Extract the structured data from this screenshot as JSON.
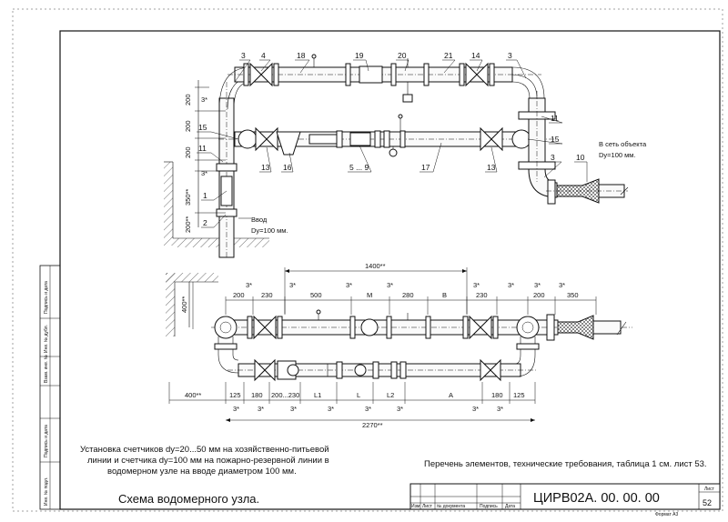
{
  "title_block": {
    "doc_code": "ЦИРВ02А. 00. 00. 00",
    "sheet_label": "Лист",
    "sheet_number": "52",
    "format": "Формат А3",
    "cols": [
      "Изм",
      "Лист",
      "№ документа",
      "Подпись",
      "Дата"
    ]
  },
  "side_stamp": [
    "Подпись и дата",
    "Инв. № дубл.",
    "Взам. инв. №",
    "Подпись и дата",
    "Инв. № подл."
  ],
  "caption": "Схема водомерного узла.",
  "note_left": [
    "Установка счетчиков dy=20...50 мм на хозяйственно-питьевой",
    "линии и счетчика dy=100 мм на пожарно-резервной линии в",
    "водомерном узле на вводе диаметром 100 мм."
  ],
  "note_right": "Перечень элементов, технические требования, таблица 1 см. лист 53.",
  "top_view": {
    "callouts": [
      "3",
      "4",
      "18",
      "19",
      "20",
      "21",
      "14",
      "3",
      "15",
      "11",
      "11",
      "13",
      "16",
      "5 ... 9",
      "17",
      "13",
      "15",
      "3",
      "10",
      "1",
      "2"
    ],
    "dims": [
      "200",
      "3*",
      "200",
      "200",
      "3*",
      "350**",
      "200**"
    ],
    "inlet_label": [
      "Ввод",
      "Dy=100 мм."
    ],
    "outlet_label": [
      "В сеть объекта",
      "Dy=100 мм."
    ]
  },
  "bottom_view": {
    "top_dims": [
      "200",
      "230",
      "3*",
      "500",
      "3*",
      "M",
      "3*",
      "280",
      "B",
      "3*",
      "230",
      "3*",
      "200",
      "350",
      "3*"
    ],
    "overall_top": "1400**",
    "left_dim": "400**",
    "bottom_dims": [
      "400**",
      "125",
      "180",
      "200...230",
      "L1",
      "L",
      "L2",
      "A",
      "180",
      "125"
    ],
    "bottom_stars": [
      "3*",
      "3*",
      "3*",
      "3*",
      "3*",
      "3*",
      "3*",
      "3*"
    ],
    "overall_bottom": "2270**"
  }
}
